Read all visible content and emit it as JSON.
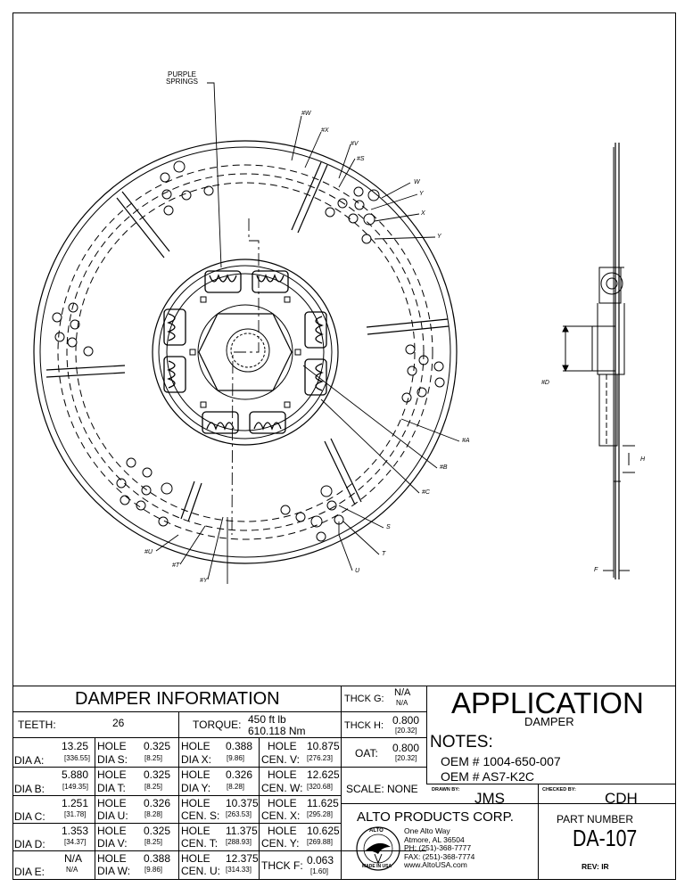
{
  "labels": {
    "purple_springs": [
      "PURPLE",
      "SPRINGS"
    ],
    "w_top": "#W",
    "x_top": "#X",
    "v_top": "#V",
    "s_top": "#S",
    "w": "W",
    "y1": "Y",
    "x": "X",
    "y2": "Y",
    "a": "#A",
    "b": "#B",
    "c": "#C",
    "s": "S",
    "t": "T",
    "u": "U",
    "u_left": "#U",
    "t_left": "#T",
    "y_left": "#Y",
    "d": "#D",
    "h": "H",
    "f": "F"
  },
  "table": {
    "title": "DAMPER INFORMATION",
    "teeth_label": "TEETH:",
    "teeth_value": "26",
    "torque_label": "TORQUE:",
    "torque_value1": "450 ft lb",
    "torque_value2": "610.118 Nm",
    "rows": [
      {
        "dia_label": "DIA A:",
        "dia_val": "13.25",
        "dia_mm": "[336.55]",
        "h1_label": "HOLE",
        "h1_sub": "DIA S:",
        "h1_val": "0.325",
        "h1_mm": "[8.25]",
        "h2_label": "HOLE",
        "h2_sub": "DIA X:",
        "h2_val": "0.388",
        "h2_mm": "[9.86]",
        "h3_label": "HOLE",
        "h3_sub": "CEN. V:",
        "h3_val": "10.875",
        "h3_mm": "[276.23]"
      },
      {
        "dia_label": "DIA B:",
        "dia_val": "5.880",
        "dia_mm": "[149.35]",
        "h1_label": "HOLE",
        "h1_sub": "DIA T:",
        "h1_val": "0.325",
        "h1_mm": "[8.25]",
        "h2_label": "HOLE",
        "h2_sub": "DIA Y:",
        "h2_val": "0.326",
        "h2_mm": "[8.28]",
        "h3_label": "HOLE",
        "h3_sub": "CEN. W:",
        "h3_val": "12.625",
        "h3_mm": "[320.68]"
      },
      {
        "dia_label": "DIA C:",
        "dia_val": "1.251",
        "dia_mm": "[31.78]",
        "h1_label": "HOLE",
        "h1_sub": "DIA U:",
        "h1_val": "0.326",
        "h1_mm": "[8.28]",
        "h2_label": "HOLE",
        "h2_sub": "CEN. S:",
        "h2_val": "10.375",
        "h2_mm": "[263.53]",
        "h3_label": "HOLE",
        "h3_sub": "CEN. X:",
        "h3_val": "11.625",
        "h3_mm": "[295.28]"
      },
      {
        "dia_label": "DIA D:",
        "dia_val": "1.353",
        "dia_mm": "[34.37]",
        "h1_label": "HOLE",
        "h1_sub": "DIA V:",
        "h1_val": "0.325",
        "h1_mm": "[8.25]",
        "h2_label": "HOLE",
        "h2_sub": "CEN. T:",
        "h2_val": "11.375",
        "h2_mm": "[288.93]",
        "h3_label": "HOLE",
        "h3_sub": "CEN. Y:",
        "h3_val": "10.625",
        "h3_mm": "[269.88]"
      },
      {
        "dia_label": "DIA E:",
        "dia_val": "N/A",
        "dia_mm": "N/A",
        "h1_label": "HOLE",
        "h1_sub": "DIA W:",
        "h1_val": "0.388",
        "h1_mm": "[9.86]",
        "h2_label": "HOLE",
        "h2_sub": "CEN. U:",
        "h2_val": "12.375",
        "h2_mm": "[314.33]",
        "h3_label": "THCK F:",
        "h3_sub": "",
        "h3_val": "0.063",
        "h3_mm": "[1.60]"
      }
    ],
    "thck_g_label": "THCK G:",
    "thck_g_val1": "N/A",
    "thck_g_val2": "N/A",
    "thck_h_label": "THCK H:",
    "thck_h_val": "0.800",
    "thck_h_mm": "[20.32]",
    "oat_label": "OAT:",
    "oat_val": "0.800",
    "oat_mm": "[20.32]",
    "scale_label": "SCALE: NONE"
  },
  "application": {
    "title": "APPLICATION",
    "subtitle": "DAMPER",
    "notes_label": "NOTES:",
    "oem1": "OEM # 1004-650-007",
    "oem2": "OEM # AS7-K2C",
    "drawn_by_label": "DRAWN BY:",
    "drawn_by": "JMS",
    "checked_by_label": "CHECKED BY:",
    "checked_by": "CDH",
    "company": "ALTO PRODUCTS CORP.",
    "address": [
      "One Alto Way",
      "Atmore, AL  36504",
      "PH:  (251)-368-7777",
      "FAX:  (251)-368-7774",
      "www.AltoUSA.com"
    ],
    "seal_top": "ALTO",
    "seal_bottom": "MADE IN USA",
    "part_number_label": "PART NUMBER",
    "part_number": "DA-107",
    "rev": "REV: IR"
  }
}
